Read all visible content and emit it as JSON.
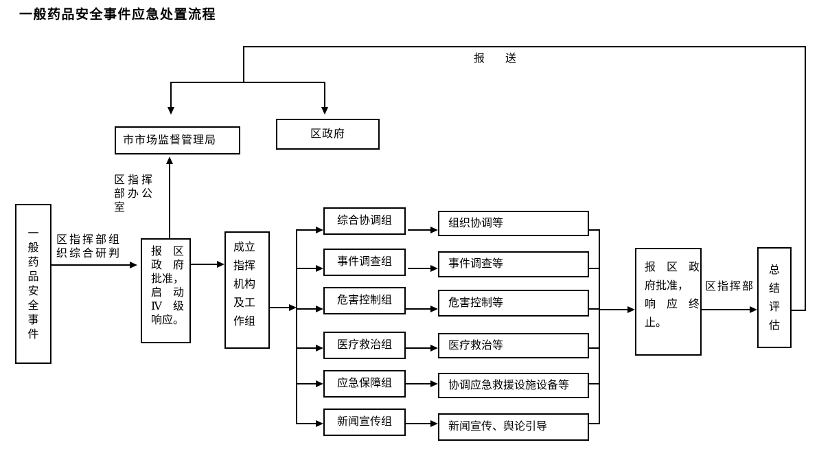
{
  "title": "一般药品安全事件应急处置流程",
  "nodes": {
    "event": "一\n般\n药\n品\n安\n全\n事\n件",
    "approve": "报　区\n政　府\n批准，\n启　动\nⅣ　级\n响应。",
    "setup": "成立\n指挥\n机构\n及工\n作组",
    "market_bureau": "市市场监督管理局",
    "district_gov": "区政府",
    "report_end": "报　区　政\n府批准，\n响　应　终\n止。",
    "summary": "总\n结\n评\n估"
  },
  "groups": [
    {
      "name": "综合协调组",
      "task": "组织协调等"
    },
    {
      "name": "事件调查组",
      "task": "事件调查等"
    },
    {
      "name": "危害控制组",
      "task": "危害控制等"
    },
    {
      "name": "医疗救治组",
      "task": "医疗救治等"
    },
    {
      "name": "应急保障组",
      "task": "协调应急救援设施设备等"
    },
    {
      "name": "新闻宣传组",
      "task": "新闻宣传、舆论引导"
    }
  ],
  "labels": {
    "submit": "报 送",
    "research": "区指挥部组\n织综合研判",
    "office": "区 指 挥\n部 办 公\n室",
    "command": "区指挥部"
  },
  "colors": {
    "line": "#000000",
    "background": "#ffffff",
    "text": "#000000"
  }
}
